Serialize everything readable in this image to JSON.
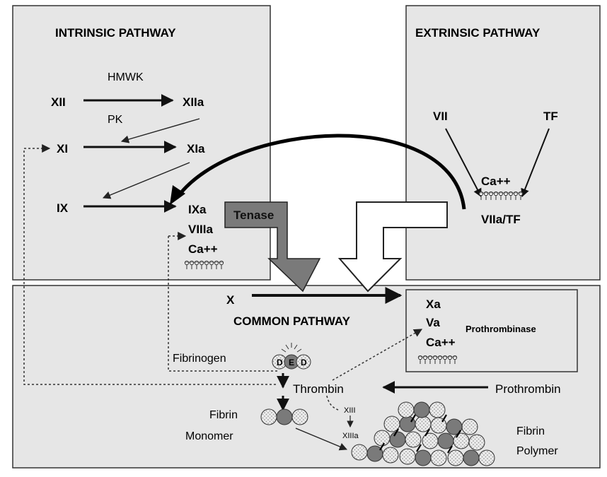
{
  "panels": {
    "intrinsic_title": "INTRINSIC PATHWAY",
    "extrinsic_title": "EXTRINSIC PATHWAY",
    "common_title": "COMMON PATHWAY"
  },
  "intrinsic": {
    "xii": "XII",
    "xiia": "XIIa",
    "hmwk": "HMWK",
    "pk": "PK",
    "xi": "XI",
    "xia": "XIa",
    "ix": "IX",
    "ixa": "IXa",
    "viiia": "VIIIa",
    "ca": "Ca++"
  },
  "extrinsic": {
    "vii": "VII",
    "tf": "TF",
    "ca": "Ca++",
    "viia_tf": "VIIa/TF"
  },
  "tenase": "Tenase",
  "common": {
    "x": "X",
    "xa": "Xa",
    "va": "Va",
    "ca": "Ca++",
    "prothrombinase": "Prothrombinase",
    "fibrinogen": "Fibrinogen",
    "fibrinogen_domains": [
      "D",
      "E",
      "D"
    ],
    "thrombin": "Thrombin",
    "prothrombin": "Prothrombin",
    "fibrin_monomer": [
      "Fibrin",
      "Monomer"
    ],
    "xiii": "XIII",
    "xiiia": "XIIIa",
    "fibrin_polymer": [
      "Fibrin",
      "Polymer"
    ]
  },
  "colors": {
    "panel_fill": "#e6e6e6",
    "tenase_arrow": "#7a7a7a",
    "dark_ball": "#7a7a7a",
    "light_ball": "#e0e0e0"
  }
}
